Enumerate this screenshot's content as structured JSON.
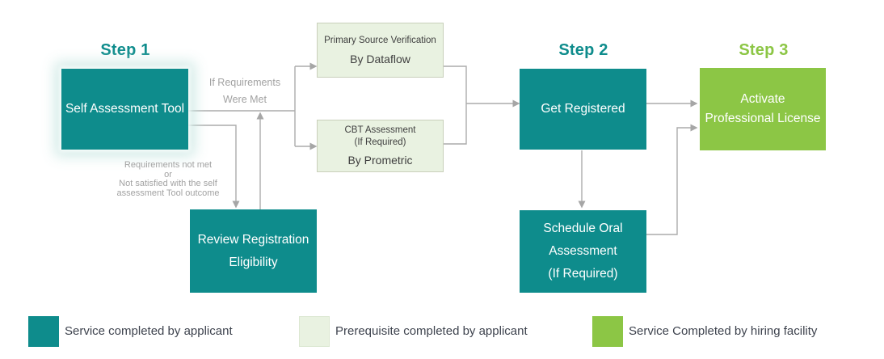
{
  "steps": [
    {
      "label": "Step 1"
    },
    {
      "label": "Step 2"
    },
    {
      "label": "Step 3"
    }
  ],
  "boxes": {
    "self_assessment": {
      "lines": [
        "Self Assessment Tool"
      ]
    },
    "primary_source": {
      "lines": [
        "Primary Source Verification",
        "By Dataflow"
      ]
    },
    "cbt": {
      "lines": [
        "CBT Assessment",
        "(If Required)",
        "By Prometric"
      ]
    },
    "get_registered": {
      "lines": [
        "Get Registered"
      ]
    },
    "activate": {
      "lines": [
        "Activate",
        "Professional License"
      ]
    },
    "review": {
      "lines": [
        "Review Registration",
        "Eligibility"
      ]
    },
    "schedule": {
      "lines": [
        "Schedule Oral",
        "Assessment",
        "(If Required)"
      ]
    }
  },
  "annotations": {
    "met": [
      "If Requirements",
      "Were Met"
    ],
    "not_met": [
      "Requirements not met",
      "or",
      "Not satisfied with the self",
      "assessment Tool outcome"
    ]
  },
  "legend": [
    {
      "label": "Service completed by applicant",
      "color": "#0E8C8C"
    },
    {
      "label": "Prerequisite completed by applicant",
      "color": "#E9F2E1"
    },
    {
      "label": "Service Completed by hiring facility",
      "color": "#8CC645"
    }
  ],
  "colors": {
    "teal": "#0E8C8C",
    "green": "#8CC645",
    "light_green_fill": "#E9F2E1",
    "light_green_border": "#C9D0BB",
    "connector_line": "#ACACAC",
    "arrowhead": "#A6A6A6",
    "annotation_text": "#A2A2A2",
    "legend_text": "#3E434E"
  }
}
